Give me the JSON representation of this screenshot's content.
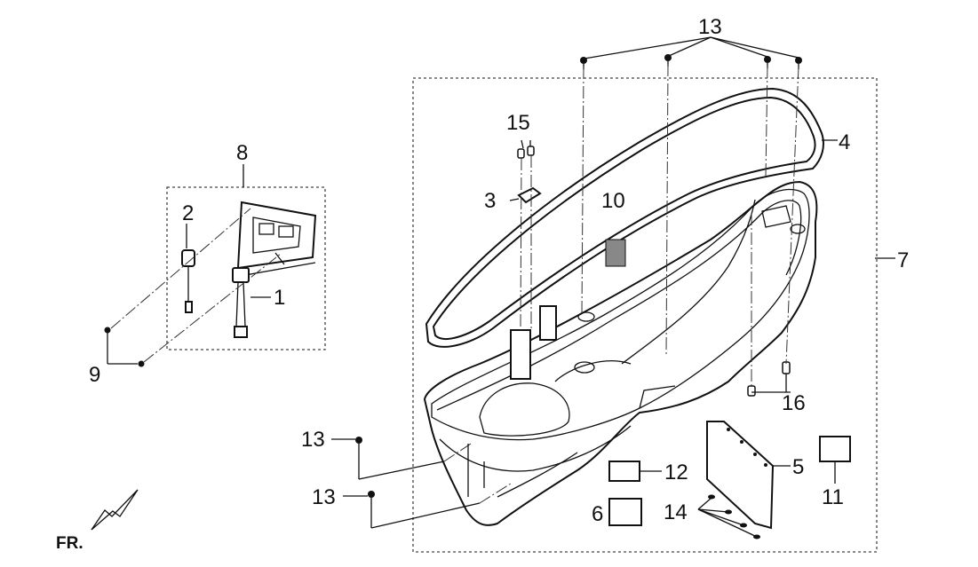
{
  "diagram": {
    "orientation_label": "FR.",
    "callouts": {
      "c1": "1",
      "c2": "2",
      "c3": "3",
      "c4": "4",
      "c5": "5",
      "c6": "6",
      "c7": "7",
      "c8": "8",
      "c9": "9",
      "c10": "10",
      "c11": "11",
      "c12": "12",
      "c13_top": "13",
      "c13_mid": "13",
      "c13_low": "13",
      "c14": "14",
      "c15": "15",
      "c16": "16"
    }
  }
}
